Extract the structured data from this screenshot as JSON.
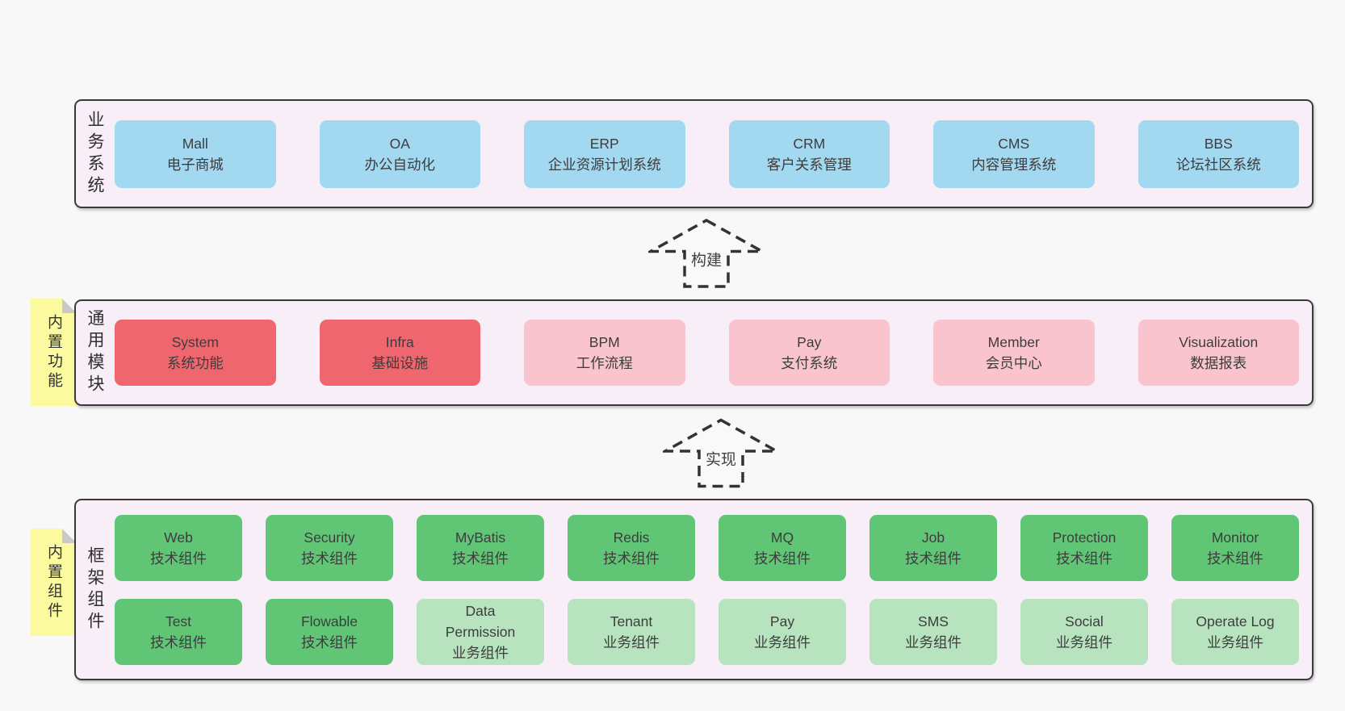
{
  "palette": {
    "page_bg": "#f8f8f8",
    "container_bg": "#f7eef7",
    "container_border": "#3a3a3a",
    "blue": "#a2d8f0",
    "red": "#ef666e",
    "pink": "#f9c4cd",
    "green": "#61c576",
    "light_green": "#b7e4bf",
    "tag_yellow": "#fbfa9f",
    "tag_fold": "#c9c9c9",
    "text": "#3d3d3d"
  },
  "arrows": [
    {
      "label": "构建"
    },
    {
      "label": "实现"
    }
  ],
  "layers": [
    {
      "label": "业务系统",
      "boxes": [
        {
          "title": "Mall",
          "subtitle": "电子商城",
          "color": "blue"
        },
        {
          "title": "OA",
          "subtitle": "办公自动化",
          "color": "blue"
        },
        {
          "title": "ERP",
          "subtitle": "企业资源计划系统",
          "color": "blue"
        },
        {
          "title": "CRM",
          "subtitle": "客户关系管理",
          "color": "blue"
        },
        {
          "title": "CMS",
          "subtitle": "内容管理系统",
          "color": "blue"
        },
        {
          "title": "BBS",
          "subtitle": "论坛社区系统",
          "color": "blue"
        }
      ]
    },
    {
      "label": "通用模块",
      "tag": "内置功能",
      "boxes": [
        {
          "title": "System",
          "subtitle": "系统功能",
          "color": "red"
        },
        {
          "title": "Infra",
          "subtitle": "基础设施",
          "color": "red"
        },
        {
          "title": "BPM",
          "subtitle": "工作流程",
          "color": "pink"
        },
        {
          "title": "Pay",
          "subtitle": "支付系统",
          "color": "pink"
        },
        {
          "title": "Member",
          "subtitle": "会员中心",
          "color": "pink"
        },
        {
          "title": "Visualization",
          "subtitle": "数据报表",
          "color": "pink"
        }
      ]
    },
    {
      "label": "框架组件",
      "tag": "内置组件",
      "rows": [
        [
          {
            "title": "Web",
            "subtitle": "技术组件",
            "color": "green"
          },
          {
            "title": "Security",
            "subtitle": "技术组件",
            "color": "green"
          },
          {
            "title": "MyBatis",
            "subtitle": "技术组件",
            "color": "green"
          },
          {
            "title": "Redis",
            "subtitle": "技术组件",
            "color": "green"
          },
          {
            "title": "MQ",
            "subtitle": "技术组件",
            "color": "green"
          },
          {
            "title": "Job",
            "subtitle": "技术组件",
            "color": "green"
          },
          {
            "title": "Protection",
            "subtitle": "技术组件",
            "color": "green"
          },
          {
            "title": "Monitor",
            "subtitle": "技术组件",
            "color": "green"
          }
        ],
        [
          {
            "title": "Test",
            "subtitle": "技术组件",
            "color": "green"
          },
          {
            "title": "Flowable",
            "subtitle": "技术组件",
            "color": "green"
          },
          {
            "title": "Data Permission",
            "subtitle": "业务组件",
            "color": "light_green"
          },
          {
            "title": "Tenant",
            "subtitle": "业务组件",
            "color": "light_green"
          },
          {
            "title": "Pay",
            "subtitle": "业务组件",
            "color": "light_green"
          },
          {
            "title": "SMS",
            "subtitle": "业务组件",
            "color": "light_green"
          },
          {
            "title": "Social",
            "subtitle": "业务组件",
            "color": "light_green"
          },
          {
            "title": "Operate Log",
            "subtitle": "业务组件",
            "color": "light_green"
          }
        ]
      ]
    }
  ]
}
